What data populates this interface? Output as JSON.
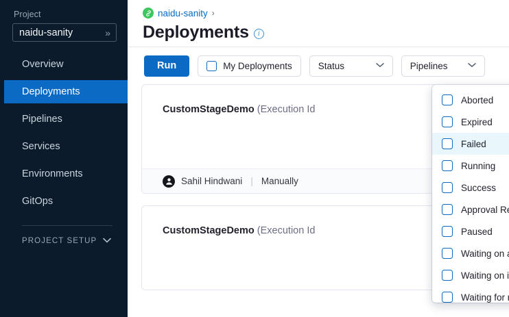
{
  "sidebar": {
    "project_label": "Project",
    "project_value": "naidu-sanity",
    "project_chevron": "»",
    "items": [
      {
        "label": "Overview",
        "active": false
      },
      {
        "label": "Deployments",
        "active": true
      },
      {
        "label": "Pipelines",
        "active": false
      },
      {
        "label": "Services",
        "active": false
      },
      {
        "label": "Environments",
        "active": false
      },
      {
        "label": "GitOps",
        "active": false
      }
    ],
    "section_label": "PROJECT SETUP",
    "section_chevron": "⌄"
  },
  "header": {
    "breadcrumb_icon": "project-badge-icon",
    "breadcrumb_link": "naidu-sanity",
    "breadcrumb_separator": "›",
    "title": "Deployments",
    "info_icon": "i"
  },
  "toolbar": {
    "run_label": "Run",
    "my_deployments_label": "My Deployments",
    "my_deployments_checked": false,
    "status_label": "Status",
    "pipelines_label": "Pipelines",
    "caret": "⌄"
  },
  "status_dropdown": {
    "open": true,
    "hovered_index": 2,
    "options": [
      {
        "label": "Aborted",
        "checked": false
      },
      {
        "label": "Expired",
        "checked": false
      },
      {
        "label": "Failed",
        "checked": false
      },
      {
        "label": "Running",
        "checked": false
      },
      {
        "label": "Success",
        "checked": false
      },
      {
        "label": "Approval Rejected",
        "checked": false
      },
      {
        "label": "Paused",
        "checked": false
      },
      {
        "label": "Waiting on approval",
        "checked": false
      },
      {
        "label": "Waiting on intervention",
        "checked": false
      },
      {
        "label": "Waiting for resources",
        "checked": false
      }
    ]
  },
  "deployments": [
    {
      "name": "CustomStageDemo",
      "meta": "(Execution Id",
      "user": "Sahil Hindwani",
      "trigger": "Manually",
      "separator": "|"
    },
    {
      "name": "CustomStageDemo",
      "meta": "(Execution Id"
    }
  ],
  "colors": {
    "accent": "#0b6bc4",
    "sidebar_bg": "#0b1b2b",
    "hover_row": "#e9f7fd",
    "badge_green": "#3dc75f"
  }
}
